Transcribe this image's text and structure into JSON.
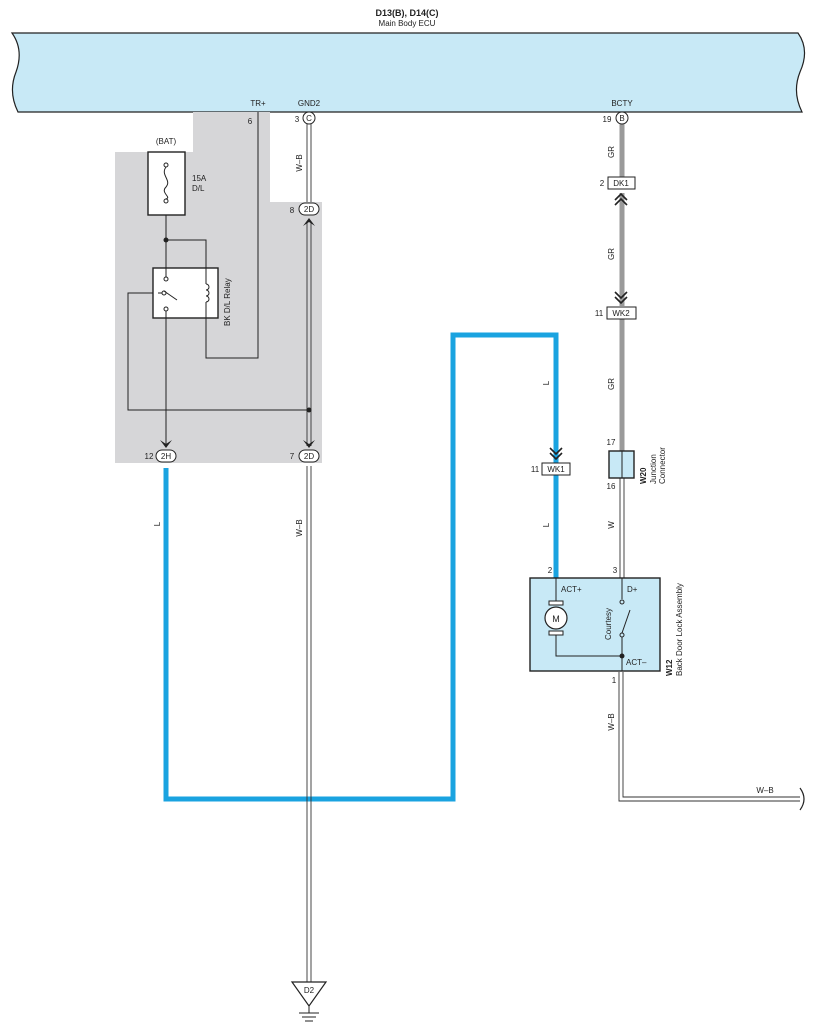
{
  "ecu": {
    "connectors": "D13(B), D14(C)",
    "name": "Main Body ECU",
    "pins": {
      "trplus": {
        "label": "TR+",
        "num": "6"
      },
      "gnd2": {
        "label": "GND2",
        "num": "3",
        "conn": "C"
      },
      "bcty": {
        "label": "BCTY",
        "num": "19",
        "conn": "B"
      }
    }
  },
  "junction_block": {
    "bat_label": "(BAT)",
    "fuse_rating": "15A",
    "fuse_name": "D/L",
    "relay_name": "BK D/L Relay",
    "pin_2d_top": {
      "num": "8",
      "conn": "2D"
    },
    "pin_2h": {
      "num": "12",
      "conn": "2H"
    },
    "pin_2d_bottom": {
      "num": "7",
      "conn": "2D"
    }
  },
  "wires": {
    "gnd2_top": "W–B",
    "gnd2_bottom": "W–B",
    "l_left": "L",
    "l_right_top": "L",
    "l_right_bottom": "L",
    "gr_1": "GR",
    "gr_2": "GR",
    "gr_3": "GR",
    "w": "W",
    "wb_actuator": "W–B",
    "wb_right": "W–B"
  },
  "connectors": {
    "dk1": {
      "num": "2",
      "name": "DK1"
    },
    "wk2": {
      "num": "11",
      "name": "WK2"
    },
    "wk1": {
      "num": "11",
      "name": "WK1"
    }
  },
  "junction_connector": {
    "code": "W20",
    "name_line1": "Junction",
    "name_line2": "Connector",
    "pin_in": "17",
    "pin_out": "16"
  },
  "back_door_lock": {
    "code": "W12",
    "name": "Back Door Lock Assembly",
    "pin_act_plus": "2",
    "pin_d_plus": "3",
    "pin_act_minus": "1",
    "label_act_plus": "ACT+",
    "label_d_plus": "D+",
    "label_act_minus": "ACT–",
    "motor_symbol": "M",
    "switch_label": "Courtesy"
  },
  "ground": {
    "code": "D2"
  },
  "colors": {
    "ecu_fill": "#c8e9f6",
    "block_fill": "#d6d6d8",
    "highlight_wire": "#1aa3e0",
    "gr_wire": "#9a9a9a"
  }
}
